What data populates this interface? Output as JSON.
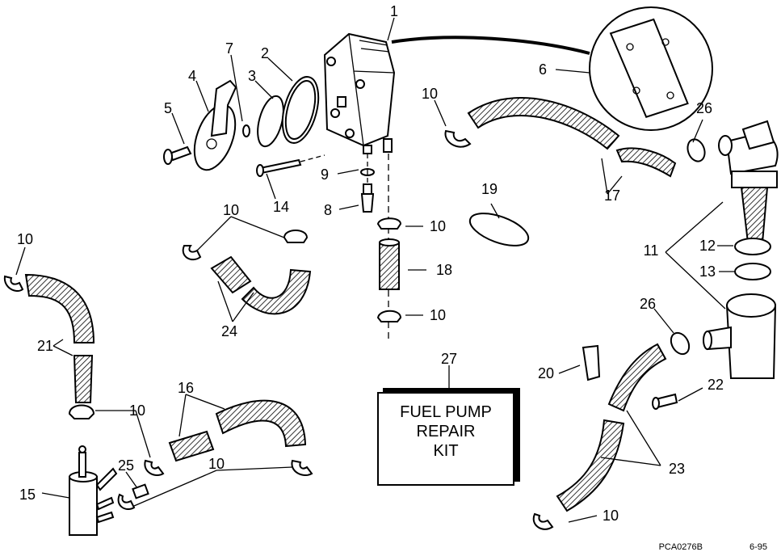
{
  "callouts": {
    "c1": "1",
    "c2": "2",
    "c3": "3",
    "c4": "4",
    "c5": "5",
    "c6": "6",
    "c7": "7",
    "c8": "8",
    "c9": "9",
    "c10a": "10",
    "c10b": "10",
    "c10c": "10",
    "c10d": "10",
    "c10e": "10",
    "c10f": "10",
    "c10g": "10",
    "c10h": "10",
    "c11": "11",
    "c12": "12",
    "c13": "13",
    "c14": "14",
    "c15": "15",
    "c16": "16",
    "c17": "17",
    "c18": "18",
    "c19": "19",
    "c20": "20",
    "c21": "21",
    "c22": "22",
    "c23": "23",
    "c24": "24",
    "c25": "25",
    "c26a": "26",
    "c26b": "26",
    "c27": "27"
  },
  "kit_box": {
    "line1": "FUEL PUMP",
    "line2": "REPAIR",
    "line3": "KIT"
  },
  "footer": {
    "code": "PCA0276B",
    "date": "6-95"
  }
}
